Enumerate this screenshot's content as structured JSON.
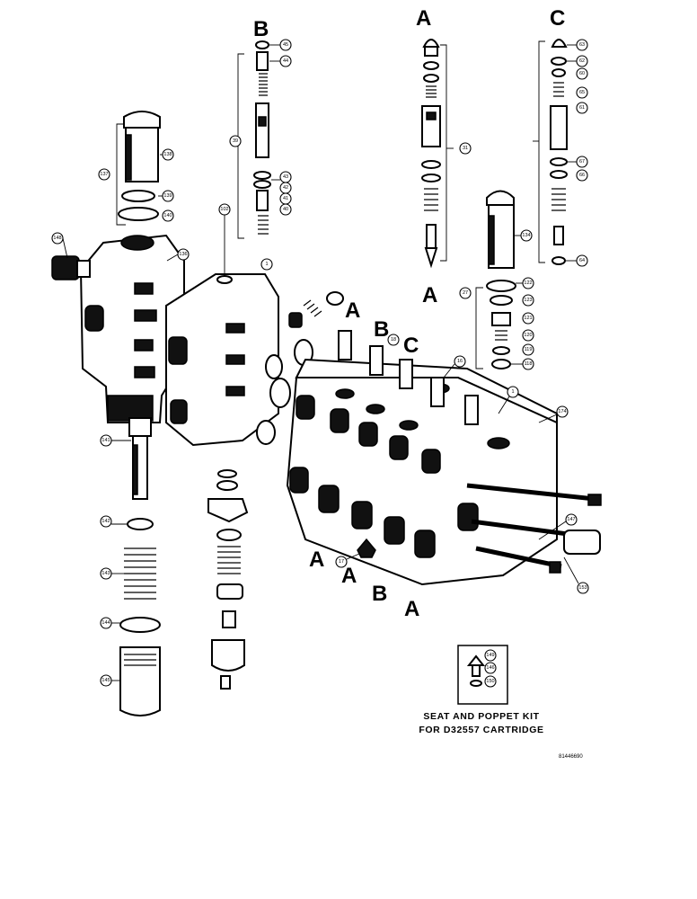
{
  "diagram": {
    "group_labels": [
      "A",
      "B",
      "C"
    ],
    "caption": {
      "line1": "SEAT AND POPPET KIT",
      "line2": "FOR D32557 CARTRIDGE"
    },
    "figure_id": "81446690",
    "callouts": {
      "c45": "45",
      "c44": "44",
      "c43": "43",
      "c42": "42",
      "c41": "41",
      "c40": "40",
      "c39": "39",
      "c63": "63",
      "c62": "62",
      "c61": "61",
      "c60": "60",
      "c64": "64",
      "c67": "67",
      "c66": "66",
      "c65": "65",
      "c138": "138",
      "c137": "137",
      "c139": "139",
      "c140": "140",
      "c148": "148",
      "c136": "136",
      "c102": "102",
      "c1": "1",
      "c174": "174",
      "c18": "18",
      "c16": "16",
      "c134": "134",
      "c27": "27",
      "c122": "122",
      "c123": "123",
      "c121": "121",
      "c120": "120",
      "c119": "119",
      "c118": "118",
      "c141": "141",
      "c142": "142",
      "c143": "143",
      "c144": "144",
      "c145": "145",
      "c147": "147",
      "c153": "153",
      "c17": "17",
      "c149": "149",
      "c146": "146",
      "c150": "150",
      "c31": "31"
    }
  }
}
